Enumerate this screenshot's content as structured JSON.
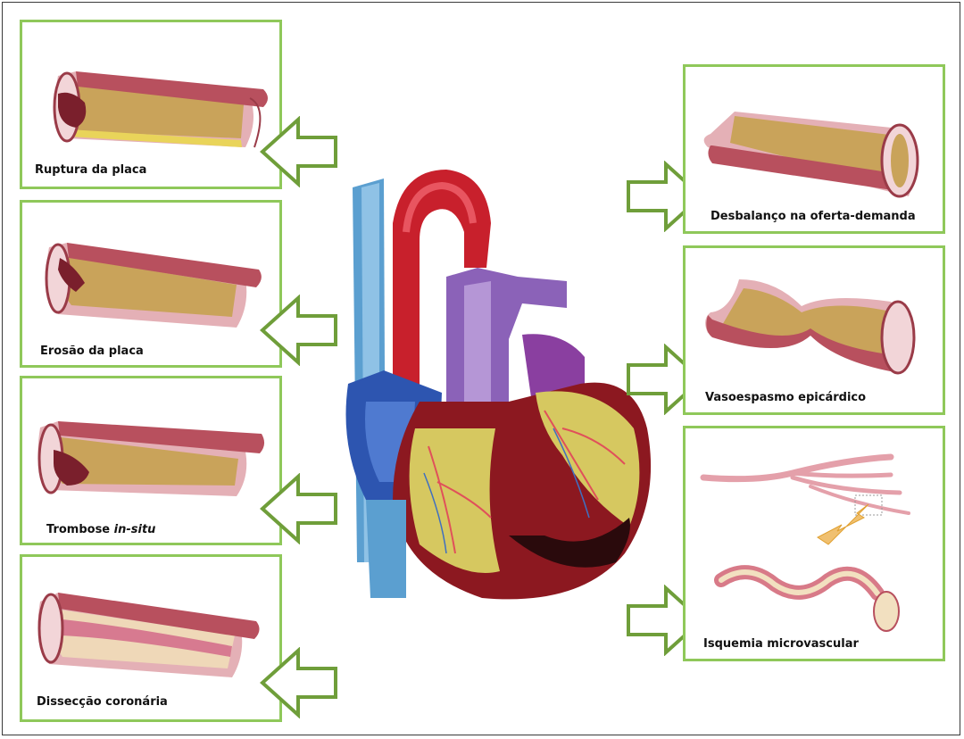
{
  "left_panels": [
    {
      "label": "Ruptura da placa"
    },
    {
      "label": "Erosão da placa"
    },
    {
      "label_prefix": "Trombose ",
      "label_em": "in-situ"
    },
    {
      "label": "Dissecção coronária"
    }
  ],
  "right_panels": [
    {
      "label": "Desbalanço na oferta-demanda"
    },
    {
      "label": "Vasoespasmo epicárdico"
    },
    {
      "label": "Isquemia microvascular"
    }
  ],
  "colors": {
    "panel_border": "#8fc85a",
    "arrow_stroke": "#6f9e3a",
    "vessel_wall": "#b8505e",
    "plaque": "#c9a35a",
    "thrombus": "#7a1f2c"
  }
}
